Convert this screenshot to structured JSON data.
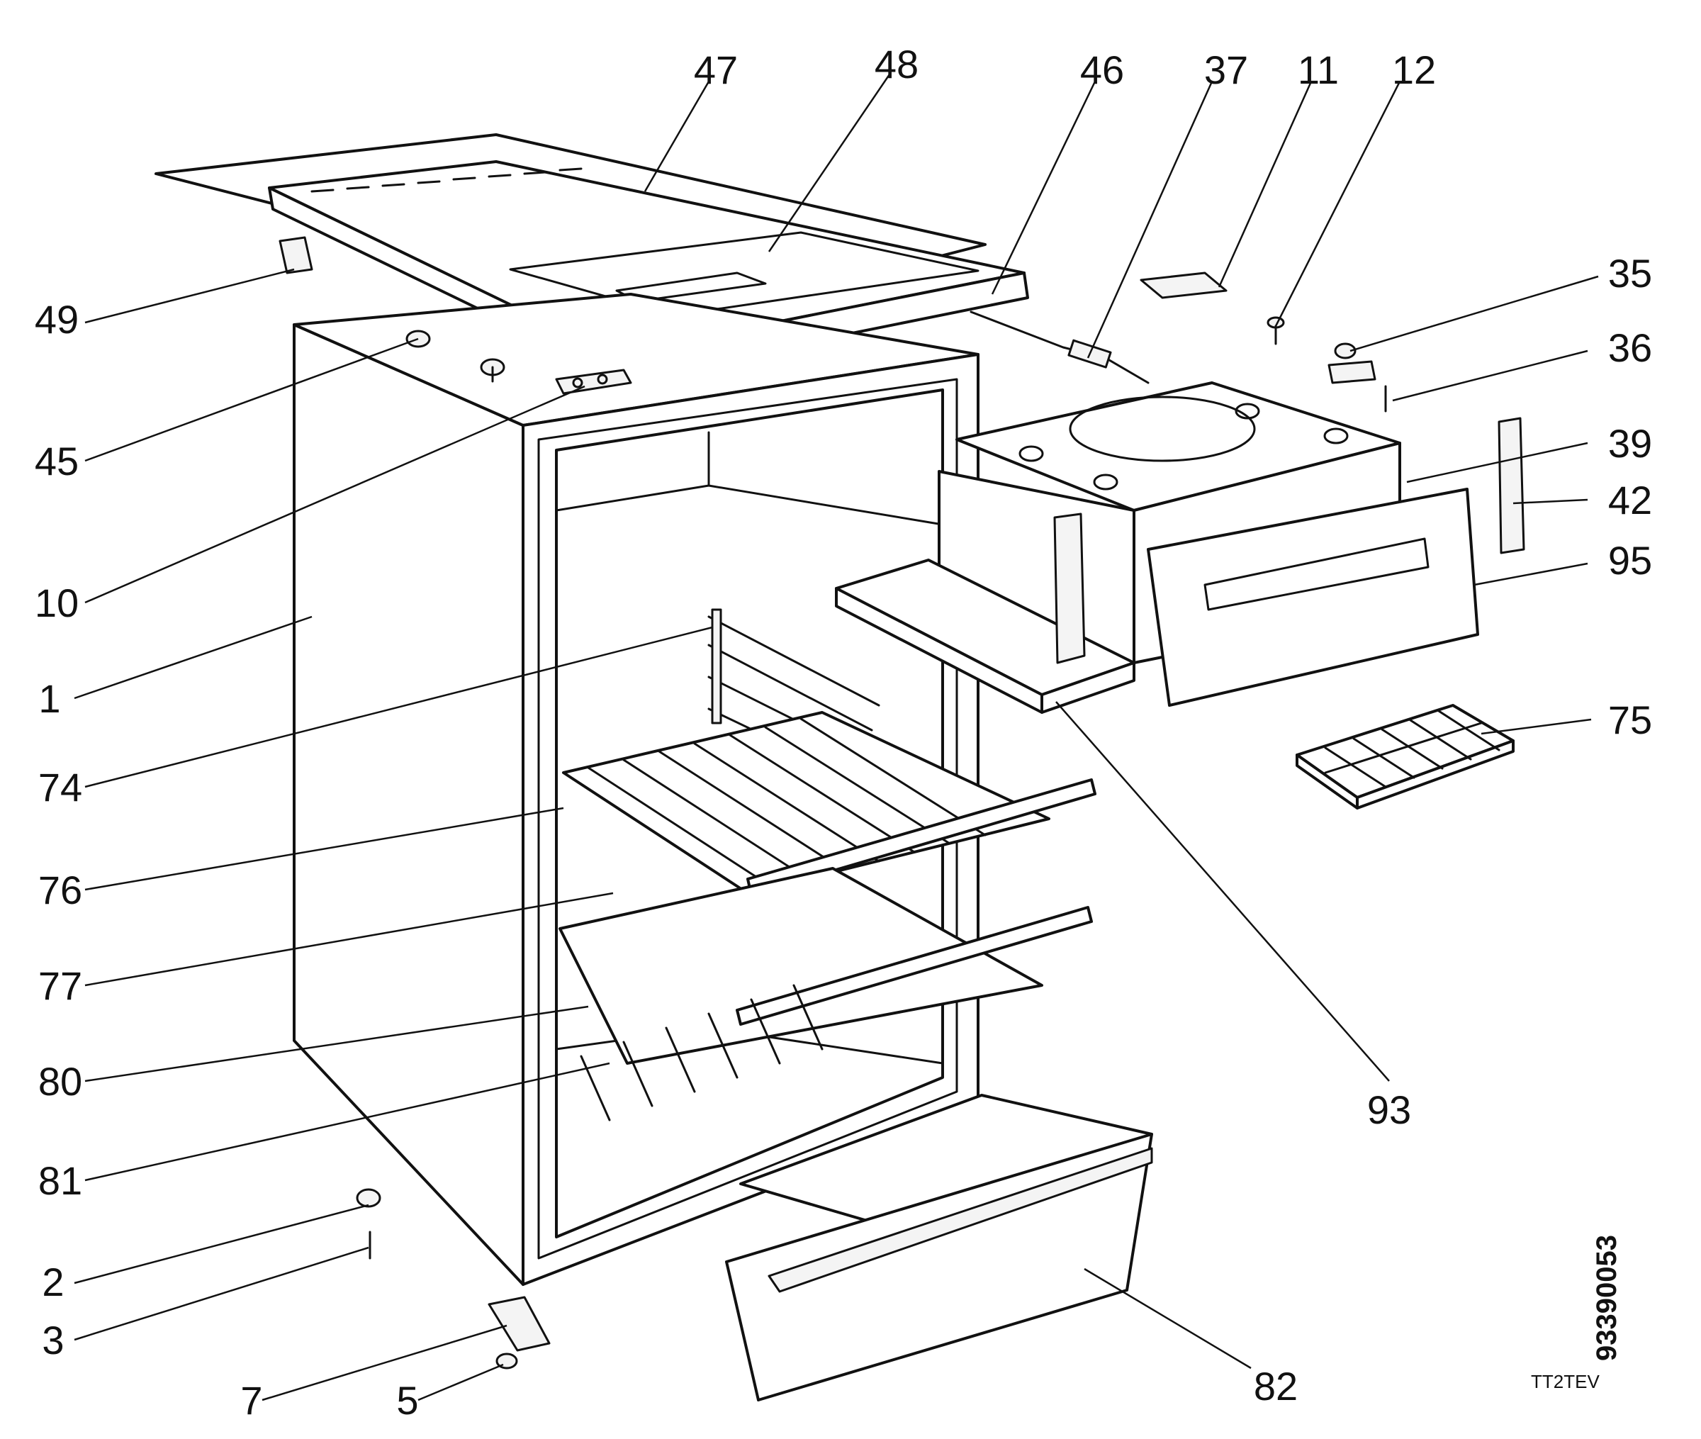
{
  "callouts": [
    {
      "id": "c47",
      "text": "47"
    },
    {
      "id": "c48",
      "text": "48"
    },
    {
      "id": "c46",
      "text": "46"
    },
    {
      "id": "c37",
      "text": "37"
    },
    {
      "id": "c11",
      "text": "11"
    },
    {
      "id": "c12",
      "text": "12"
    },
    {
      "id": "c35",
      "text": "35"
    },
    {
      "id": "c36",
      "text": "36"
    },
    {
      "id": "c39",
      "text": "39"
    },
    {
      "id": "c42",
      "text": "42"
    },
    {
      "id": "c95",
      "text": "95"
    },
    {
      "id": "c75",
      "text": "75"
    },
    {
      "id": "c49",
      "text": "49"
    },
    {
      "id": "c45",
      "text": "45"
    },
    {
      "id": "c10",
      "text": "10"
    },
    {
      "id": "c1",
      "text": "1"
    },
    {
      "id": "c74",
      "text": "74"
    },
    {
      "id": "c76",
      "text": "76"
    },
    {
      "id": "c77",
      "text": "77"
    },
    {
      "id": "c80",
      "text": "80"
    },
    {
      "id": "c81",
      "text": "81"
    },
    {
      "id": "c93",
      "text": "93"
    },
    {
      "id": "c2",
      "text": "2"
    },
    {
      "id": "c3",
      "text": "3"
    },
    {
      "id": "c7",
      "text": "7"
    },
    {
      "id": "c5",
      "text": "5"
    },
    {
      "id": "c82",
      "text": "82"
    }
  ],
  "drawing_number": "93390053",
  "model_code": "TT2TEV"
}
